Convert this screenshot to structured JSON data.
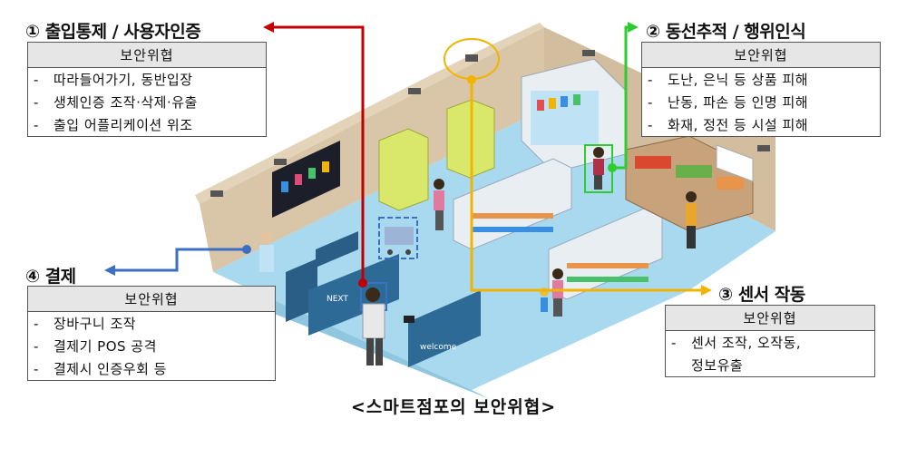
{
  "threats": [
    {
      "heading": "① 출입통제 / 사용자인증",
      "box_title": "보안위협",
      "items": [
        "따라들어가기, 동반입장",
        "생체인증 조작·삭제·유출",
        "출입 어플리케이션 위조"
      ],
      "arrow_color": "#c00000"
    },
    {
      "heading": "② 동선추적 / 행위인식",
      "box_title": "보안위협",
      "items": [
        "도난, 은닉 등 상품 피해",
        "난동, 파손 등 인명 피해",
        "화재, 정전 등 시설 피해"
      ],
      "arrow_color": "#2ecc2e"
    },
    {
      "heading": "③ 센서 작동",
      "box_title": "보안위협",
      "items": [
        "센서 조작, 오작동,",
        "정보유출"
      ],
      "arrow_color": "#f2b400"
    },
    {
      "heading": "④ 결제",
      "box_title": "보안위협",
      "items": [
        "장바구니 조작",
        "결제기 POS 공격",
        "결제시 인증우회 등"
      ],
      "arrow_color": "#3b6fc4"
    }
  ],
  "gate_labels": [
    "NEXT",
    "welcome"
  ],
  "caption": "<스마트점포의 보안위협>",
  "colors": {
    "floor": "#a9d9ef",
    "wall": "#d9c5a8",
    "shelf": "#e8eef2"
  }
}
